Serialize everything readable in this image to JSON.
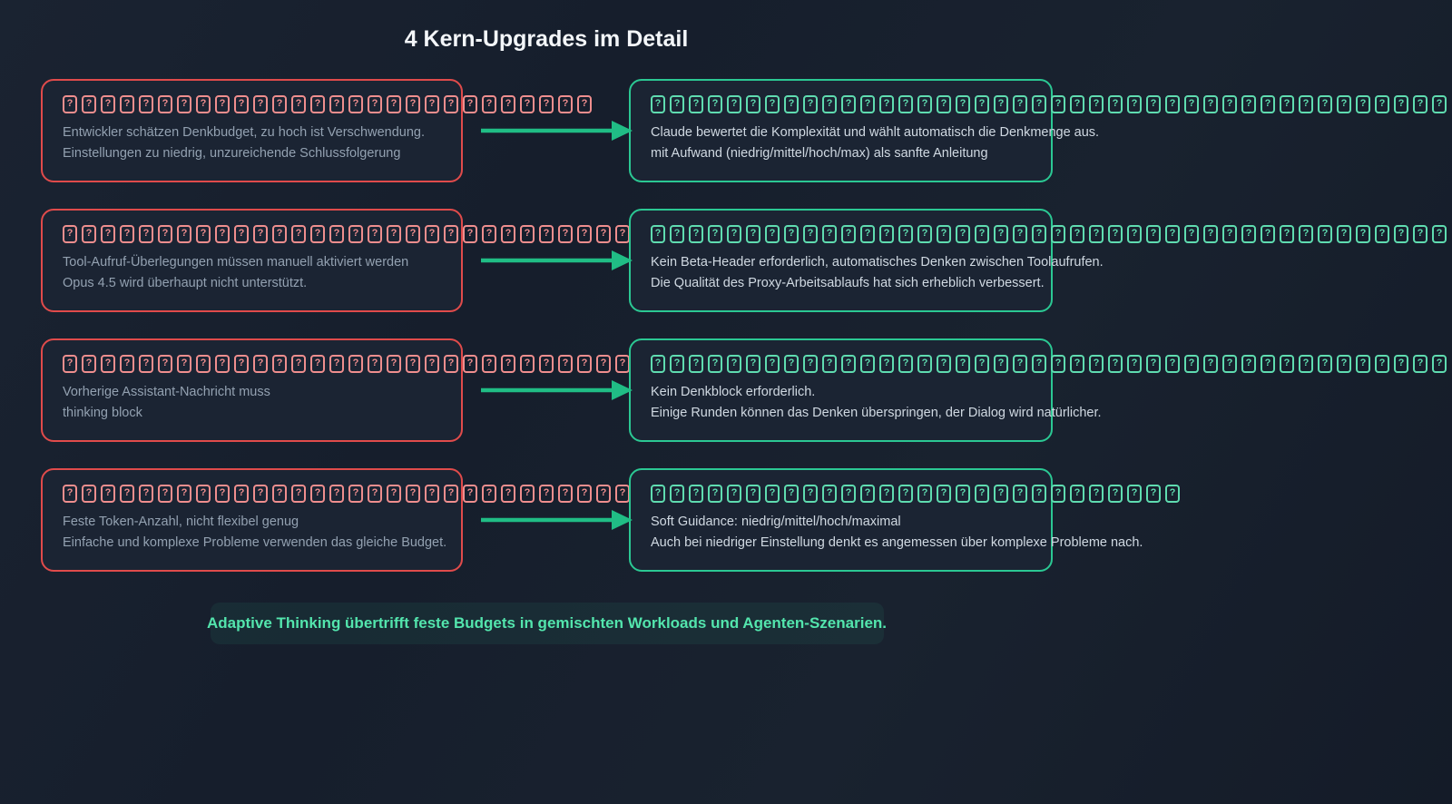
{
  "title": "4 Kern-Upgrades im Detail",
  "rows": [
    {
      "before": {
        "missing_glyph_count": 28,
        "line1": "Entwickler schätzen Denkbudget, zu hoch ist Verschwendung.",
        "line2": "Einstellungen zu niedrig, unzureichende Schlussfolgerung"
      },
      "after": {
        "missing_glyph_count": 42,
        "line1": "Claude bewertet die Komplexität und wählt automatisch die Denkmenge aus.",
        "line2": "mit Aufwand (niedrig/mittel/hoch/max) als sanfte Anleitung"
      }
    },
    {
      "before": {
        "missing_glyph_count": 30,
        "line1": "Tool-Aufruf-Überlegungen müssen manuell aktiviert werden",
        "line2": "Opus 4.5 wird überhaupt nicht unterstützt."
      },
      "after": {
        "missing_glyph_count": 42,
        "line1": "Kein Beta-Header erforderlich, automatisches Denken zwischen Toolaufrufen.",
        "line2": "Die Qualität des Proxy-Arbeitsablaufs hat sich erheblich verbessert."
      }
    },
    {
      "before": {
        "missing_glyph_count": 30,
        "line1": "Vorherige Assistant-Nachricht muss",
        "line2": "thinking block"
      },
      "after": {
        "missing_glyph_count": 42,
        "line1": "Kein Denkblock erforderlich.",
        "line2": "Einige Runden können das Denken überspringen, der Dialog wird natürlicher."
      }
    },
    {
      "before": {
        "missing_glyph_count": 30,
        "line1": "Feste Token-Anzahl, nicht flexibel genug",
        "line2": "Einfache und komplexe Probleme verwenden das gleiche Budget."
      },
      "after": {
        "missing_glyph_count": 28,
        "line1": "Soft Guidance: niedrig/mittel/hoch/maximal",
        "line2": "Auch bei niedriger Einstellung denkt es angemessen über komplexe Probleme nach."
      }
    }
  ],
  "footer": "Adaptive Thinking übertrifft feste Budgets in gemischten Workloads und Agenten-Szenarien.",
  "missing_glyph_char": "?",
  "colors": {
    "background": "#161e2c",
    "card_background": "#1b2433",
    "before_border": "#e04b4b",
    "before_glyph": "#ef8e8e",
    "before_text": "#93a1b1",
    "after_border": "#2bc893",
    "after_glyph": "#5fdcb0",
    "after_text": "#d0d9e2",
    "arrow": "#20bd85",
    "title_text": "#f3f6f9",
    "footer_text": "#53e5ad"
  }
}
